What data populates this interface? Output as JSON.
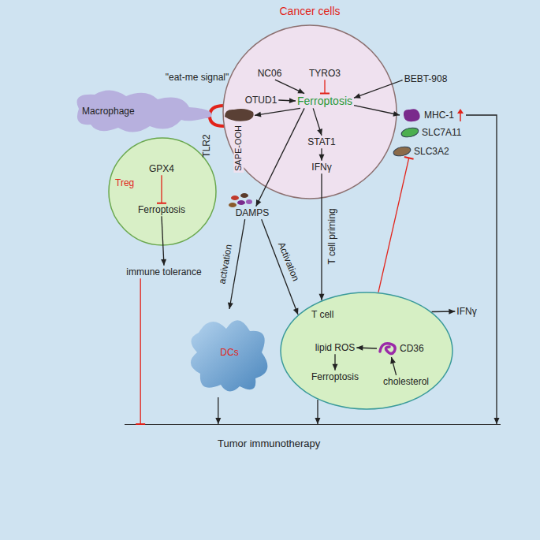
{
  "diagram": {
    "nodes": [
      {
        "text": [
          "Cancer cells"
        ]
      },
      {
        "text": [
          "NC06"
        ],
        "in": 0
      },
      {
        "text": [
          "TYRO3"
        ],
        "in": 0
      },
      {
        "text": [
          "OTUD1"
        ],
        "in": 0
      },
      {
        "text": [
          "Ferroptosis"
        ],
        "in": 0
      },
      {
        "text": [
          "STAT1"
        ],
        "in": 0
      },
      {
        "text": [
          "IFNγ"
        ],
        "in": 0
      },
      {
        "text": [
          "BEBT-908"
        ]
      },
      {
        "text": [
          "MHC-1"
        ]
      },
      {
        "text": [
          "SLC7A11"
        ]
      },
      {
        "text": [
          "SLC3A2"
        ]
      },
      {
        "text": [
          "Macrophage"
        ]
      },
      {
        "text": [
          "SAPE-OOH"
        ]
      },
      {
        "text": [
          "Treg"
        ]
      },
      {
        "text": [
          "GPX4"
        ],
        "in": 13
      },
      {
        "text": [
          "Ferroptosis"
        ],
        "in": 13
      },
      {
        "text": [
          "immune tolerance"
        ]
      },
      {
        "text": [
          "DAMPS"
        ]
      },
      {
        "text": [
          "DCs"
        ]
      },
      {
        "text": [
          "T cell"
        ]
      },
      {
        "text": [
          "lipid ROS"
        ],
        "in": 19
      },
      {
        "text": [
          "Ferroptosis"
        ],
        "in": 19
      },
      {
        "text": [
          "CD36"
        ],
        "in": 19
      },
      {
        "text": [
          "cholesterol"
        ],
        "in": 19
      },
      {
        "text": [
          "IFNγ"
        ]
      },
      {
        "text": [
          "Tumor immunotherapy"
        ]
      }
    ],
    "edges": [
      {
        "from": 1,
        "to": 4,
        "arrow": "to"
      },
      {
        "from": 2,
        "to": 4,
        "arrow": "to"
      },
      {
        "from": 3,
        "to": 4,
        "arrow": "to"
      },
      {
        "from": 7,
        "to": 4,
        "arrow": "to"
      },
      {
        "from": 4,
        "to": 5,
        "arrow": "to"
      },
      {
        "from": 5,
        "to": 6,
        "arrow": "to"
      },
      {
        "from": 4,
        "to": 8,
        "arrow": "to"
      },
      {
        "from": 4,
        "to": 12,
        "arrow": "to"
      },
      {
        "from": 4,
        "to": 17,
        "arrow": "to"
      },
      {
        "from": 6,
        "to": 19,
        "arrow": "to",
        "label": "T cell priming"
      },
      {
        "from": 17,
        "to": 18,
        "arrow": "to",
        "label": "activation"
      },
      {
        "from": 17,
        "to": 19,
        "arrow": "to",
        "label": "Activation"
      },
      {
        "from": 19,
        "to": 24,
        "arrow": "to"
      },
      {
        "from": 19,
        "to": 10,
        "arrow": "to"
      },
      {
        "from": 22,
        "to": 20,
        "arrow": "to"
      },
      {
        "from": 20,
        "to": 21,
        "arrow": "to"
      },
      {
        "from": 23,
        "to": 22,
        "arrow": "to"
      },
      {
        "from": 14,
        "to": 15,
        "arrow": "to"
      },
      {
        "from": 15,
        "to": 16,
        "arrow": "to"
      },
      {
        "from": 16,
        "to": 25,
        "arrow": "to"
      },
      {
        "from": 18,
        "to": 25,
        "arrow": "to"
      },
      {
        "from": 19,
        "to": 25,
        "arrow": "to"
      },
      {
        "from": 8,
        "to": 25,
        "arrow": "to"
      }
    ],
    "labels": [
      "\"eat-me signal\"",
      "TLR2"
    ]
  }
}
